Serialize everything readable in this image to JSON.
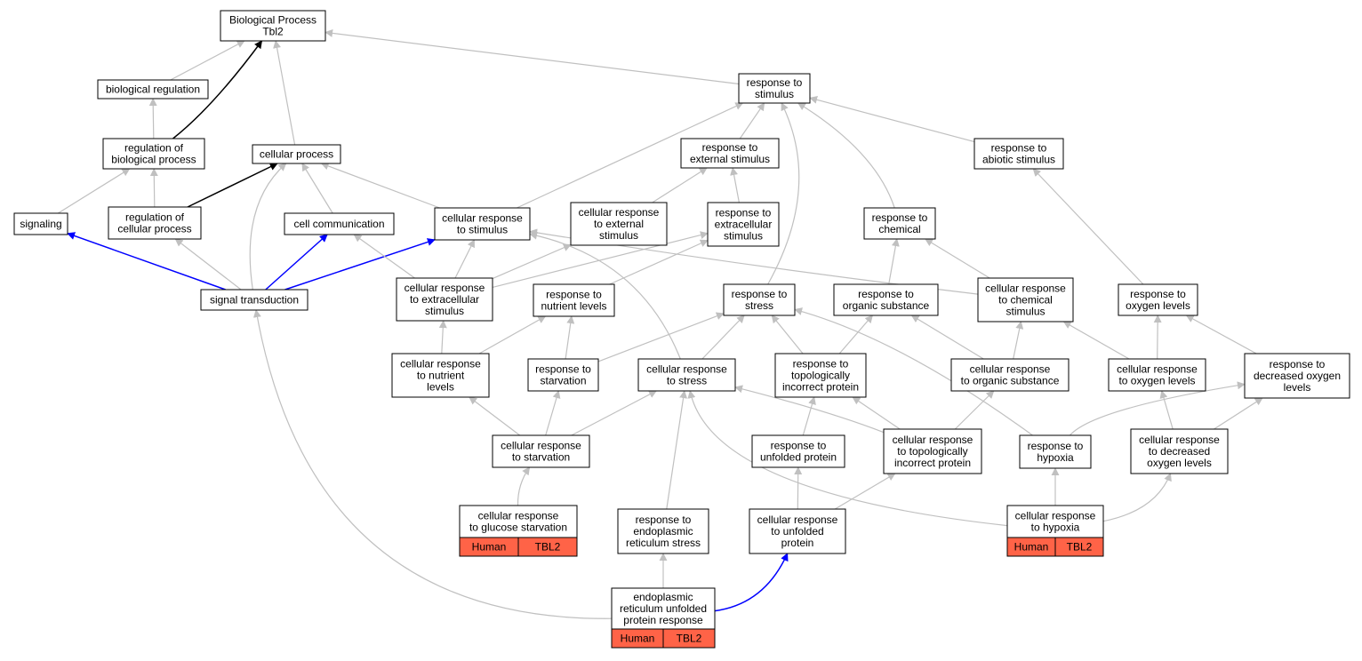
{
  "colors": {
    "background": "#ffffff",
    "node_border": "#000000",
    "edge_gray": "#c0c0c0",
    "edge_black": "#000000",
    "edge_blue": "#0000ff",
    "annotation_fill": "#ff6347"
  },
  "graph": {
    "title_lines": [
      "Biological Process",
      "Tbl2"
    ],
    "nodes": [
      {
        "id": "root",
        "lines": [
          "Biological Process",
          "Tbl2"
        ]
      },
      {
        "id": "biological-regulation",
        "lines": [
          "biological regulation"
        ]
      },
      {
        "id": "response-to-stimulus",
        "lines": [
          "response to",
          "stimulus"
        ]
      },
      {
        "id": "regulation-of-biological-process",
        "lines": [
          "regulation of",
          "biological process"
        ]
      },
      {
        "id": "cellular-process",
        "lines": [
          "cellular process"
        ]
      },
      {
        "id": "response-to-external-stimulus",
        "lines": [
          "response to",
          "external stimulus"
        ]
      },
      {
        "id": "response-to-abiotic-stimulus",
        "lines": [
          "response to",
          "abiotic stimulus"
        ]
      },
      {
        "id": "signaling",
        "lines": [
          "signaling"
        ]
      },
      {
        "id": "regulation-of-cellular-process",
        "lines": [
          "regulation of",
          "cellular process"
        ]
      },
      {
        "id": "cell-communication",
        "lines": [
          "cell communication"
        ]
      },
      {
        "id": "cellular-response-to-stimulus",
        "lines": [
          "cellular response",
          "to stimulus"
        ]
      },
      {
        "id": "cellular-response-to-external-stimulus",
        "lines": [
          "cellular response",
          "to external",
          "stimulus"
        ]
      },
      {
        "id": "response-to-extracellular-stimulus",
        "lines": [
          "response to",
          "extracellular",
          "stimulus"
        ]
      },
      {
        "id": "response-to-chemical",
        "lines": [
          "response to",
          "chemical"
        ]
      },
      {
        "id": "signal-transduction",
        "lines": [
          "signal transduction"
        ]
      },
      {
        "id": "cellular-response-to-extracellular-stimulus",
        "lines": [
          "cellular response",
          "to extracellular",
          "stimulus"
        ]
      },
      {
        "id": "response-to-nutrient-levels",
        "lines": [
          "response to",
          "nutrient levels"
        ]
      },
      {
        "id": "response-to-stress",
        "lines": [
          "response to",
          "stress"
        ]
      },
      {
        "id": "response-to-organic-substance",
        "lines": [
          "response to",
          "organic substance"
        ]
      },
      {
        "id": "cellular-response-to-chemical-stimulus",
        "lines": [
          "cellular response",
          "to chemical",
          "stimulus"
        ]
      },
      {
        "id": "response-to-oxygen-levels",
        "lines": [
          "response to",
          "oxygen levels"
        ]
      },
      {
        "id": "cellular-response-to-nutrient-levels",
        "lines": [
          "cellular response",
          "to nutrient",
          "levels"
        ]
      },
      {
        "id": "response-to-starvation",
        "lines": [
          "response to",
          "starvation"
        ]
      },
      {
        "id": "cellular-response-to-stress",
        "lines": [
          "cellular response",
          "to stress"
        ]
      },
      {
        "id": "response-to-topologically-incorrect-protein",
        "lines": [
          "response to",
          "topologically",
          "incorrect protein"
        ]
      },
      {
        "id": "cellular-response-to-organic-substance",
        "lines": [
          "cellular response",
          "to organic substance"
        ]
      },
      {
        "id": "cellular-response-to-oxygen-levels",
        "lines": [
          "cellular response",
          "to oxygen levels"
        ]
      },
      {
        "id": "response-to-decreased-oxygen-levels",
        "lines": [
          "response to",
          "decreased oxygen",
          "levels"
        ]
      },
      {
        "id": "cellular-response-to-starvation",
        "lines": [
          "cellular response",
          "to starvation"
        ]
      },
      {
        "id": "response-to-unfolded-protein",
        "lines": [
          "response to",
          "unfolded protein"
        ]
      },
      {
        "id": "cellular-response-to-topologically-incorrect-protein",
        "lines": [
          "cellular response",
          "to topologically",
          "incorrect protein"
        ]
      },
      {
        "id": "response-to-hypoxia",
        "lines": [
          "response to",
          "hypoxia"
        ]
      },
      {
        "id": "cellular-response-to-decreased-oxygen-levels",
        "lines": [
          "cellular response",
          "to decreased",
          "oxygen levels"
        ]
      },
      {
        "id": "cellular-response-to-glucose-starvation",
        "lines": [
          "cellular response",
          "to glucose starvation"
        ],
        "annotation": [
          "Human",
          "TBL2"
        ]
      },
      {
        "id": "response-to-endoplasmic-reticulum-stress",
        "lines": [
          "response to",
          "endoplasmic",
          "reticulum stress"
        ]
      },
      {
        "id": "cellular-response-to-unfolded-protein",
        "lines": [
          "cellular response",
          "to unfolded",
          "protein"
        ]
      },
      {
        "id": "cellular-response-to-hypoxia",
        "lines": [
          "cellular response",
          "to hypoxia"
        ],
        "annotation": [
          "Human",
          "TBL2"
        ]
      },
      {
        "id": "endoplasmic-reticulum-unfolded-protein-response",
        "lines": [
          "endoplasmic",
          "reticulum unfolded",
          "protein response"
        ],
        "annotation": [
          "Human",
          "TBL2"
        ]
      }
    ]
  }
}
